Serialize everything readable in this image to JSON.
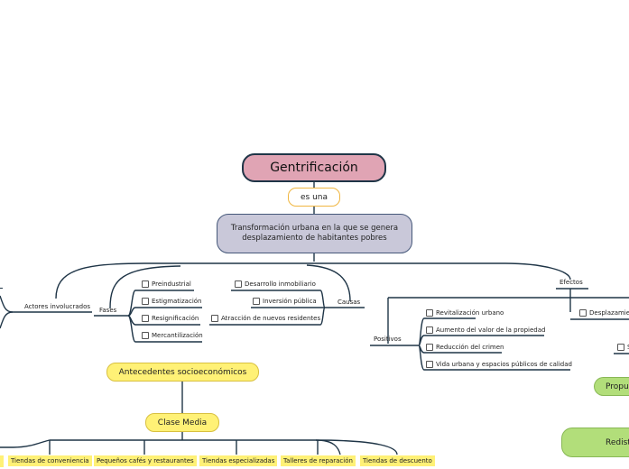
{
  "root": "Gentrificación",
  "link": "es una",
  "definition": "Transformación urbana en la que se genera desplazamiento de habitantes pobres",
  "branches": {
    "actores": "Actores involucrados",
    "fases": "Fases",
    "causas": "Causas",
    "efectos": "Efectos",
    "positivos": "Positivos"
  },
  "fases_items": [
    "Preindustrial",
    "Estigmatización",
    "Resignificación",
    "Mercantilización"
  ],
  "causas_items": [
    "Desarrollo inmobiliario",
    "Inversión pública",
    "Atracción de nuevos residentes"
  ],
  "positivos_items": [
    "Revitalización urbano",
    "Aumento del valor de la propiedad",
    "Reducción del crimen",
    "Vida urbana y espacios públicos de calidad"
  ],
  "efectos_partial": [
    "Desplazamie",
    "S"
  ],
  "antecedentes": "Antecedentes socioeconómicos",
  "clase_media": "Clase Media",
  "tiendas": [
    "Tiendas de conveniencia",
    "Pequeños cafés y restaurantes",
    "Tiendas especializadas",
    "Talleres de reparación",
    "Tiendas de descuento"
  ],
  "propuestas_partial": "Propu",
  "redist_partial": "Redist"
}
